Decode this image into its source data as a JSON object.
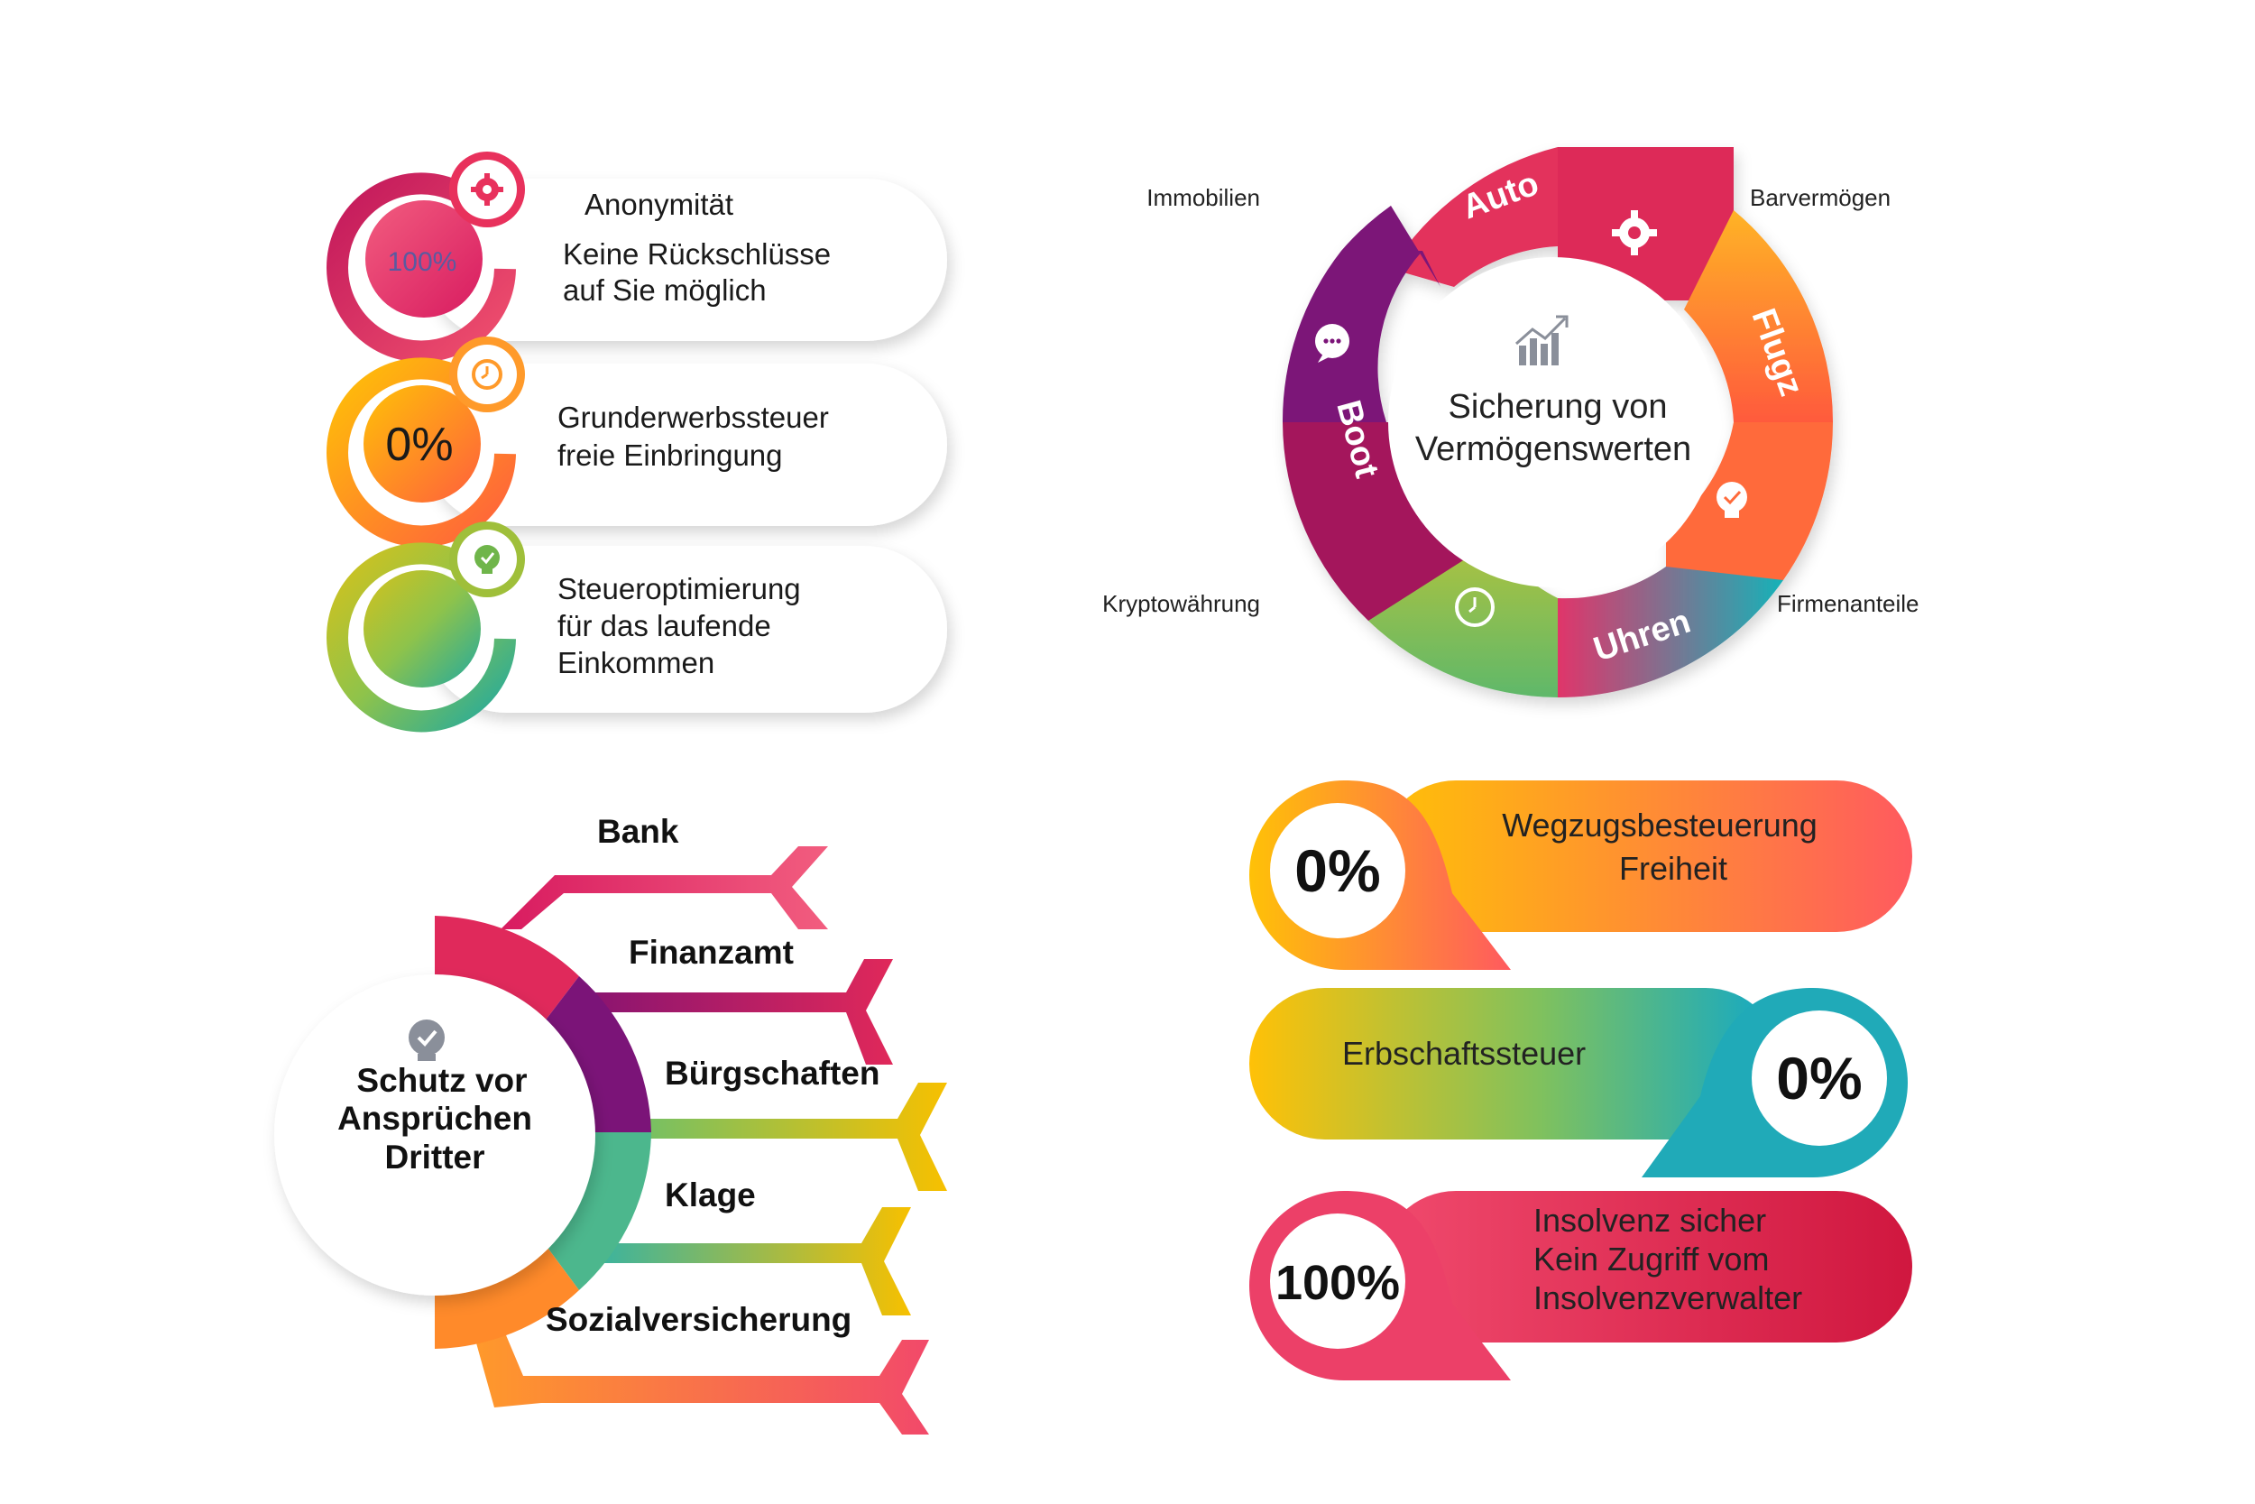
{
  "benefits": {
    "items": [
      {
        "badge": "100%",
        "title": "Anonymität",
        "lines": [
          "Keine Rückschlüsse",
          "auf Sie möglich"
        ]
      },
      {
        "badge": "0%",
        "lines": [
          "Grunderwerbssteuer",
          "freie Einbringung"
        ]
      },
      {
        "badge": "",
        "lines": [
          "Steueroptimierung",
          "für das laufende",
          "Einkommen"
        ]
      }
    ],
    "icons": [
      "gear-icon",
      "clock-icon",
      "lightbulb-check-icon"
    ]
  },
  "wheel": {
    "center": [
      "Sicherung von",
      "Vermögenswerten"
    ],
    "segments": [
      "Auto",
      "Flugz",
      "Uhren",
      "Boot"
    ],
    "outer_labels": [
      "Immobilien",
      "Barvermögen",
      "Firmenanteile",
      "Kryptowährung"
    ],
    "icons": [
      "chart-icon",
      "gear-icon",
      "chat-icon",
      "lightbulb-check-icon",
      "clock-icon"
    ]
  },
  "protection": {
    "hub": [
      "Schutz vor",
      "Ansprüchen",
      "Dritter"
    ],
    "arrows": [
      "Bank",
      "Finanzamt",
      "Bürgschaften",
      "Klage",
      "Sozialversicherung"
    ],
    "icon": "lightbulb-check-icon"
  },
  "tax": {
    "items": [
      {
        "pct": "0%",
        "lines": [
          "Wegzugsbesteuerung",
          "Freiheit"
        ]
      },
      {
        "pct": "0%",
        "lines": [
          "Erbschaftssteuer"
        ]
      },
      {
        "pct": "100%",
        "lines": [
          "Insolvenz sicher",
          "Kein Zugriff vom",
          "Insolvenzverwalter"
        ]
      }
    ]
  },
  "colors": {
    "pink": "#e6315f",
    "magenta": "#c2185b",
    "orange": "#ff8a2a",
    "yellow": "#f5c000",
    "green": "#7cc36a",
    "teal": "#1aa9b8",
    "purple": "#7b1478"
  }
}
